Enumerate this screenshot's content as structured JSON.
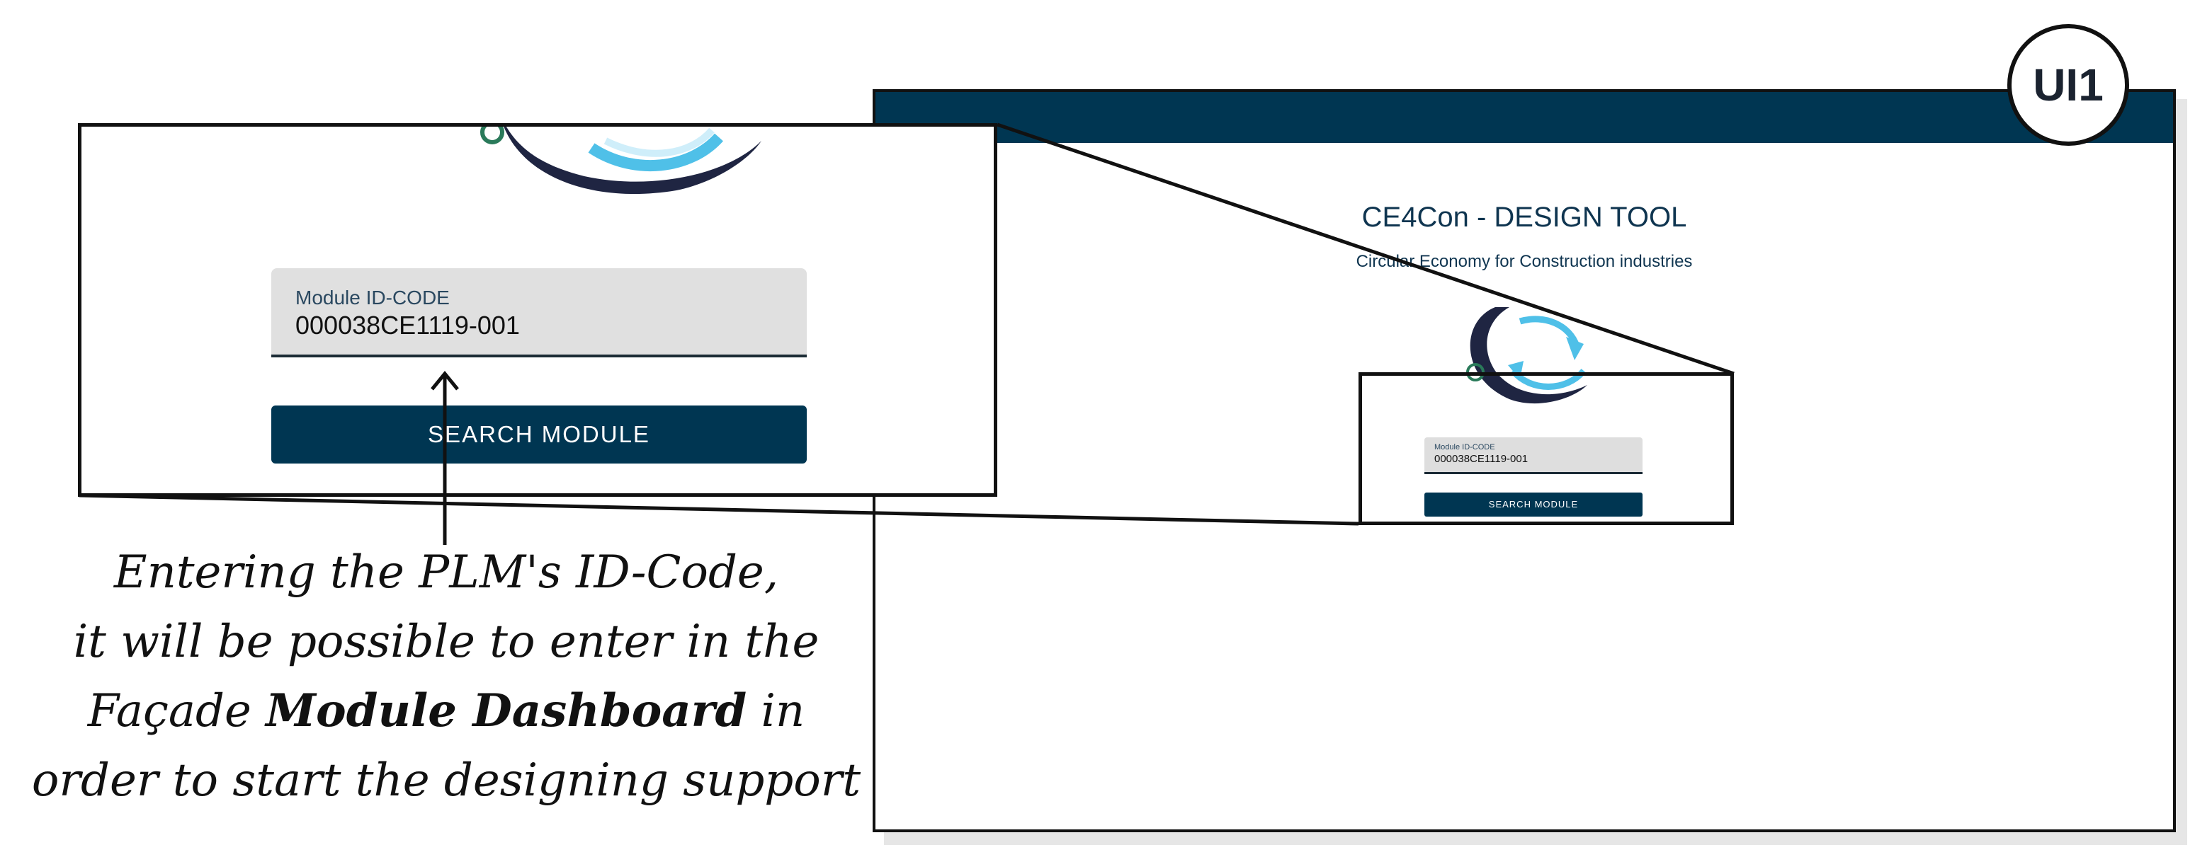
{
  "badge": {
    "label": "UI1"
  },
  "app": {
    "title": "CE4Con - DESIGN TOOL",
    "subtitle": "Circular Economy for Construction industries"
  },
  "form": {
    "field_label": "Module ID-CODE",
    "field_value": "000038CE1119-001",
    "button_label": "SEARCH MODULE"
  },
  "caption": {
    "line1": "Entering the PLM's ID-Code,",
    "line2": "it will be possible to enter in the",
    "line3_pre": "Façade ",
    "line3_bold": "Module Dashboard",
    "line3_post": " in",
    "line4": "order to start the designing support"
  },
  "colors": {
    "header": "#003652",
    "button": "#003652",
    "field_bg": "#e0e0e0",
    "logo_dark": "#1f2542",
    "logo_light": "#4fc0e8",
    "logo_green": "#2a7a5a"
  },
  "icons": {
    "logo": "circular-economy-logo",
    "arrow": "up-arrow-icon"
  }
}
